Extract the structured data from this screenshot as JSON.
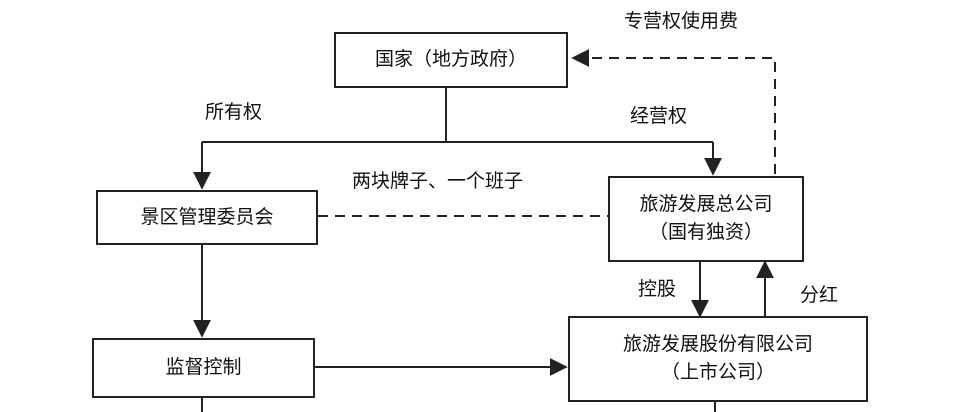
{
  "nodes": {
    "state": "国家（地方政府）",
    "scenic_committee": "景区管理委员会",
    "tourism_corp_line1": "旅游发展总公司",
    "tourism_corp_line2": "（国有独资）",
    "supervision": "监督控制",
    "listed_co_line1": "旅游发展股份有限公司",
    "listed_co_line2": "（上市公司）"
  },
  "labels": {
    "franchise_fee": "专营权使用费",
    "ownership": "所有权",
    "operation_right": "经营权",
    "two_signs": "两块牌子、一个班子",
    "holding": "控股",
    "dividend": "分红"
  },
  "colors": {
    "line": "#222222",
    "background": "#ffffff"
  }
}
